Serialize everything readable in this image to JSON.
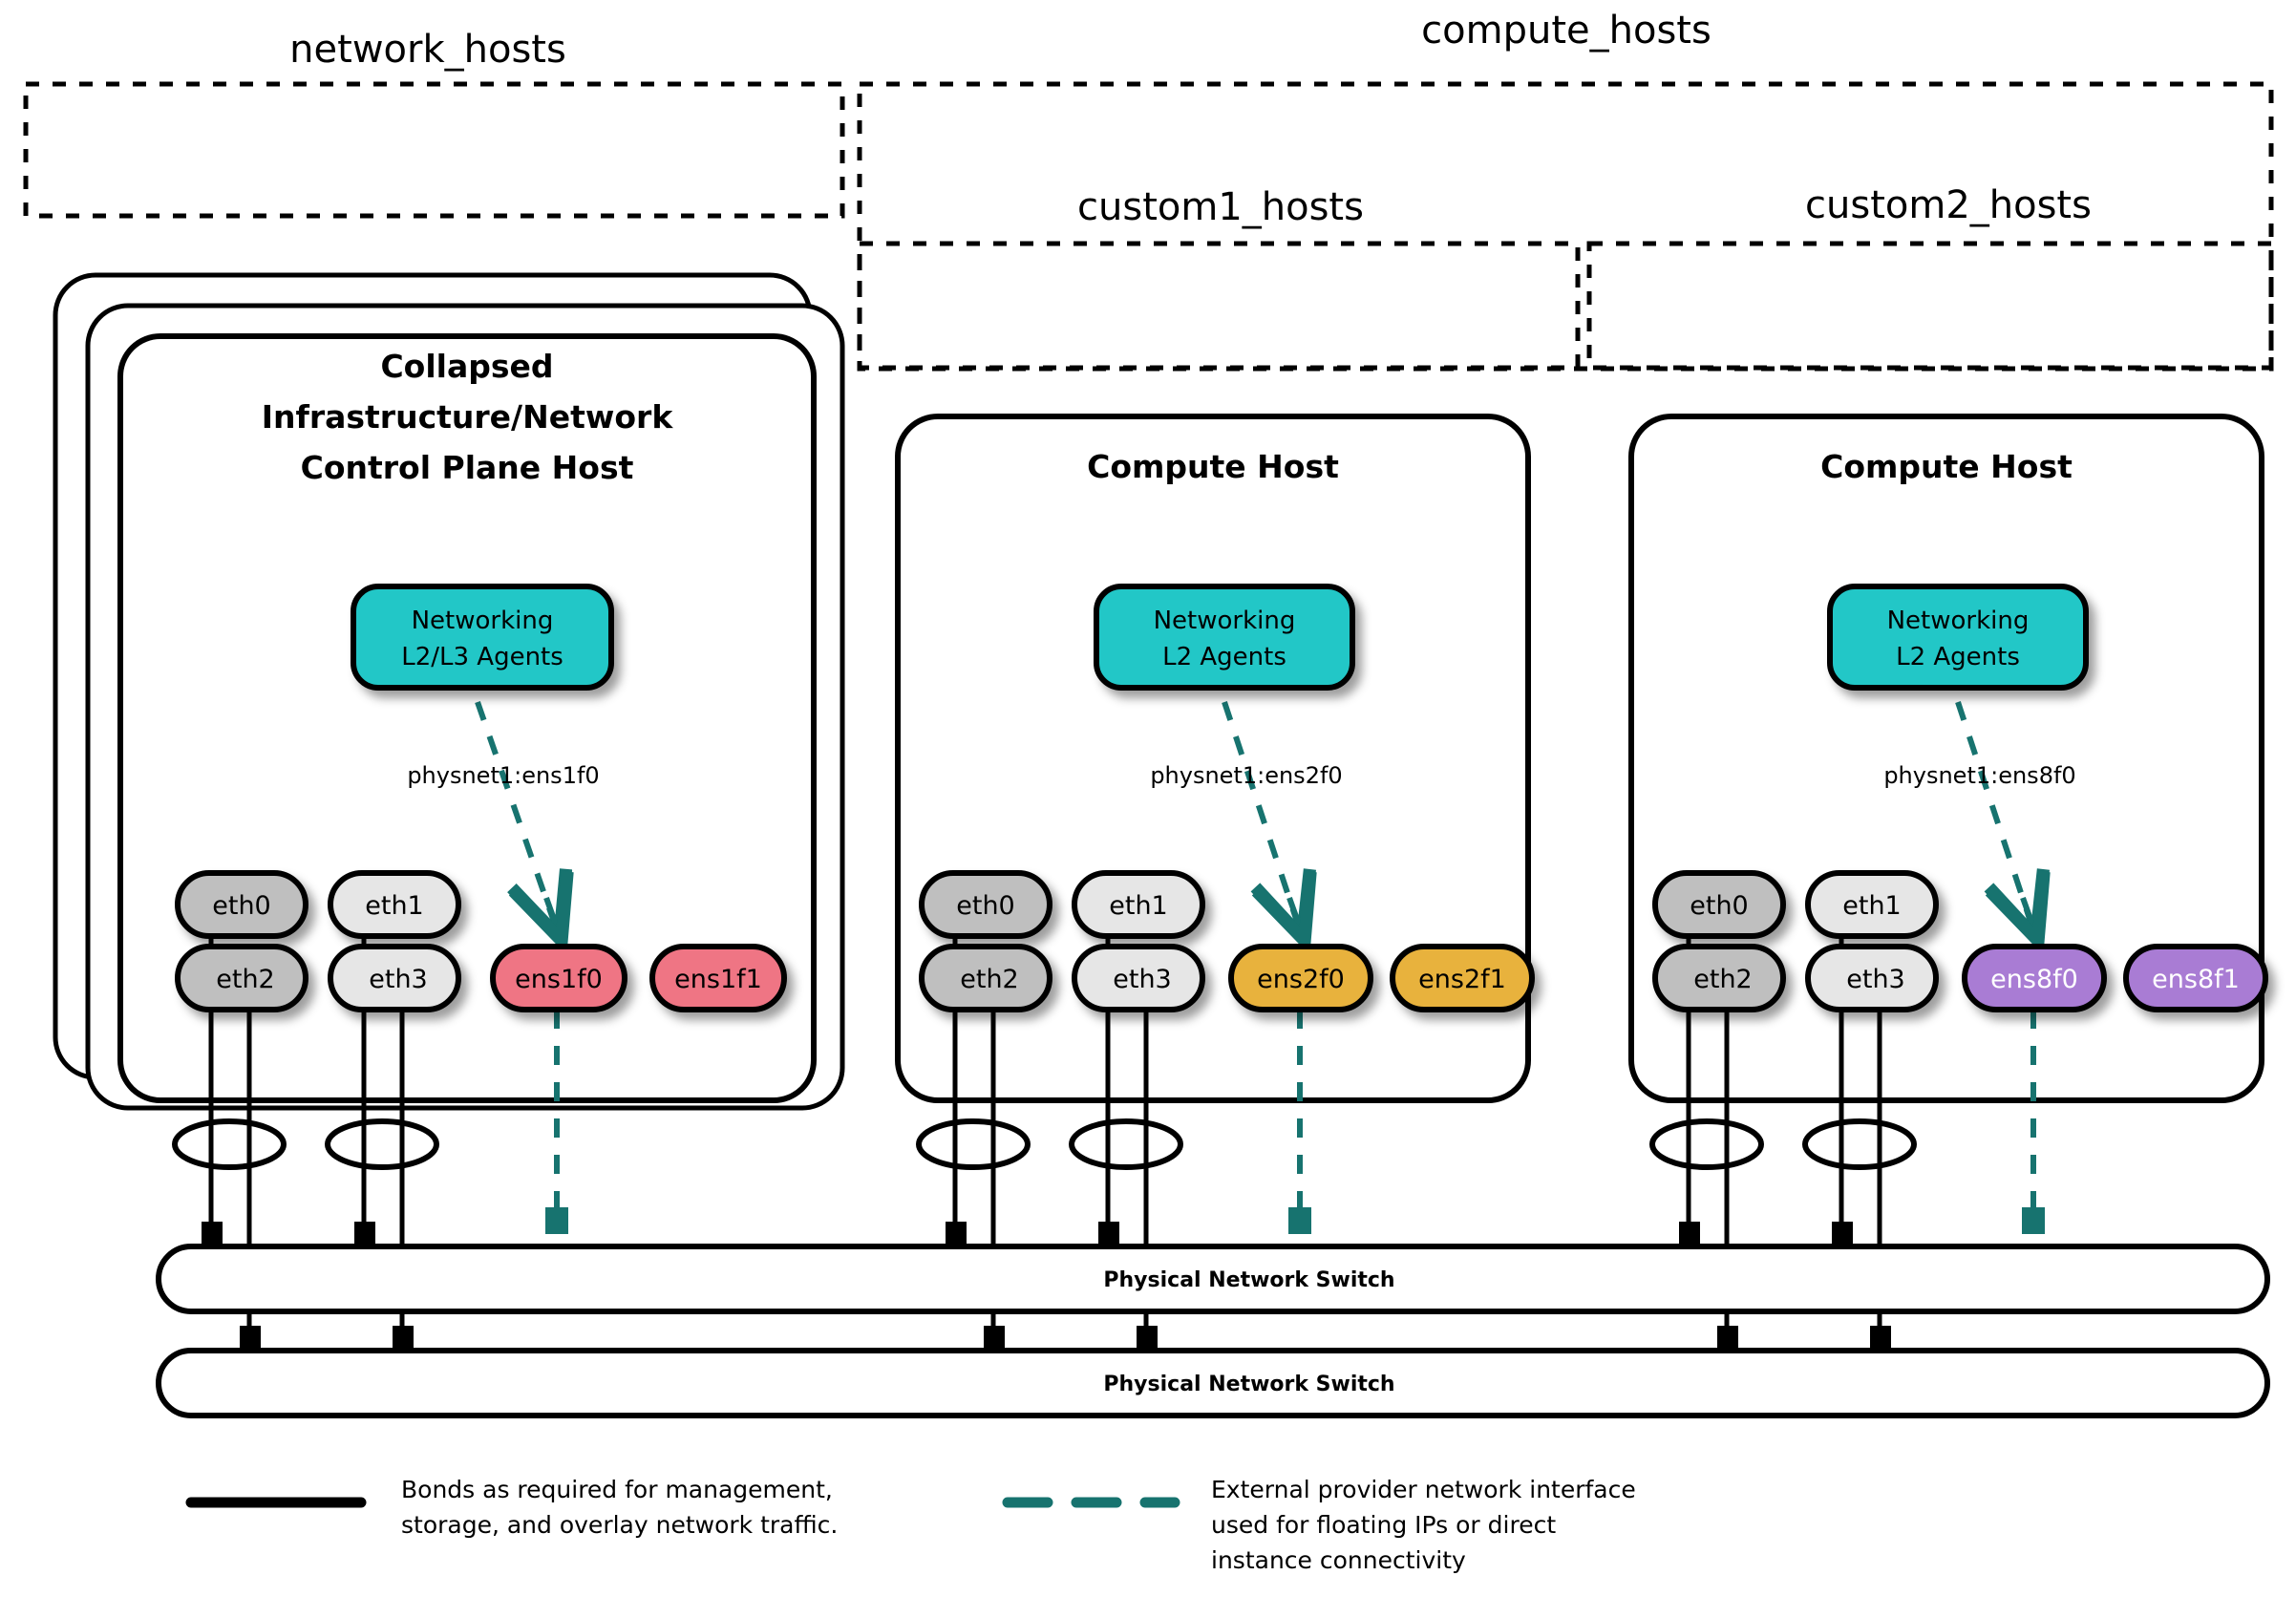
{
  "diagram": {
    "title": "OpenStack network host interface layout",
    "colors": {
      "teal_agent": "#21c7c7",
      "teal_dash": "#17736f",
      "pink_nic": "#ef7484",
      "orange_nic": "#e8b23c",
      "purple_nic": "#a97cd4",
      "grey_nic_dark": "#bfbfbf",
      "grey_nic_light": "#e6e6e6",
      "stroke": "#000000"
    }
  },
  "groups": [
    {
      "id": "network_hosts",
      "label": "network_hosts"
    },
    {
      "id": "compute_hosts",
      "label": "compute_hosts"
    },
    {
      "id": "custom1_hosts",
      "label": "custom1_hosts"
    },
    {
      "id": "custom2_hosts",
      "label": "custom2_hosts"
    }
  ],
  "hosts": [
    {
      "id": "control-plane-host",
      "stacked": true,
      "title_lines": [
        "Collapsed",
        "Infrastructure/Network",
        "Control Plane Host"
      ],
      "agent": {
        "lines": [
          "Networking",
          "L2/L3 Agents"
        ]
      },
      "physnet_label": "physnet1:ens1f0",
      "nics_top": [
        {
          "name": "eth0",
          "color": "grey_nic_dark"
        },
        {
          "name": "eth1",
          "color": "grey_nic_light"
        }
      ],
      "nics_bottom": [
        {
          "name": "eth2",
          "color": "grey_nic_dark"
        },
        {
          "name": "eth3",
          "color": "grey_nic_light"
        },
        {
          "name": "ens1f0",
          "color": "pink_nic"
        },
        {
          "name": "ens1f1",
          "color": "pink_nic"
        }
      ]
    },
    {
      "id": "compute-host-1",
      "stacked": false,
      "title_lines": [
        "Compute Host"
      ],
      "agent": {
        "lines": [
          "Networking",
          "L2 Agents"
        ]
      },
      "physnet_label": "physnet1:ens2f0",
      "nics_top": [
        {
          "name": "eth0",
          "color": "grey_nic_dark"
        },
        {
          "name": "eth1",
          "color": "grey_nic_light"
        }
      ],
      "nics_bottom": [
        {
          "name": "eth2",
          "color": "grey_nic_dark"
        },
        {
          "name": "eth3",
          "color": "grey_nic_light"
        },
        {
          "name": "ens2f0",
          "color": "orange_nic"
        },
        {
          "name": "ens2f1",
          "color": "orange_nic"
        }
      ]
    },
    {
      "id": "compute-host-2",
      "stacked": false,
      "title_lines": [
        "Compute Host"
      ],
      "agent": {
        "lines": [
          "Networking",
          "L2 Agents"
        ]
      },
      "physnet_label": "physnet1:ens8f0",
      "nics_top": [
        {
          "name": "eth0",
          "color": "grey_nic_dark"
        },
        {
          "name": "eth1",
          "color": "grey_nic_light"
        }
      ],
      "nics_bottom": [
        {
          "name": "eth2",
          "color": "grey_nic_dark"
        },
        {
          "name": "eth3",
          "color": "grey_nic_light"
        },
        {
          "name": "ens8f0",
          "color": "purple_nic"
        },
        {
          "name": "ens8f1",
          "color": "purple_nic"
        }
      ]
    }
  ],
  "switches": [
    {
      "id": "switch-top",
      "label": "Physical Network Switch"
    },
    {
      "id": "switch-bottom",
      "label": "Physical Network Switch"
    }
  ],
  "legend": [
    {
      "id": "legend-bond",
      "style": "solid",
      "lines": [
        "Bonds as required for management,",
        "storage, and overlay network traffic."
      ]
    },
    {
      "id": "legend-provider",
      "style": "dashed",
      "lines": [
        "External provider network interface",
        "used for floating IPs or direct",
        "instance connectivity"
      ]
    }
  ]
}
